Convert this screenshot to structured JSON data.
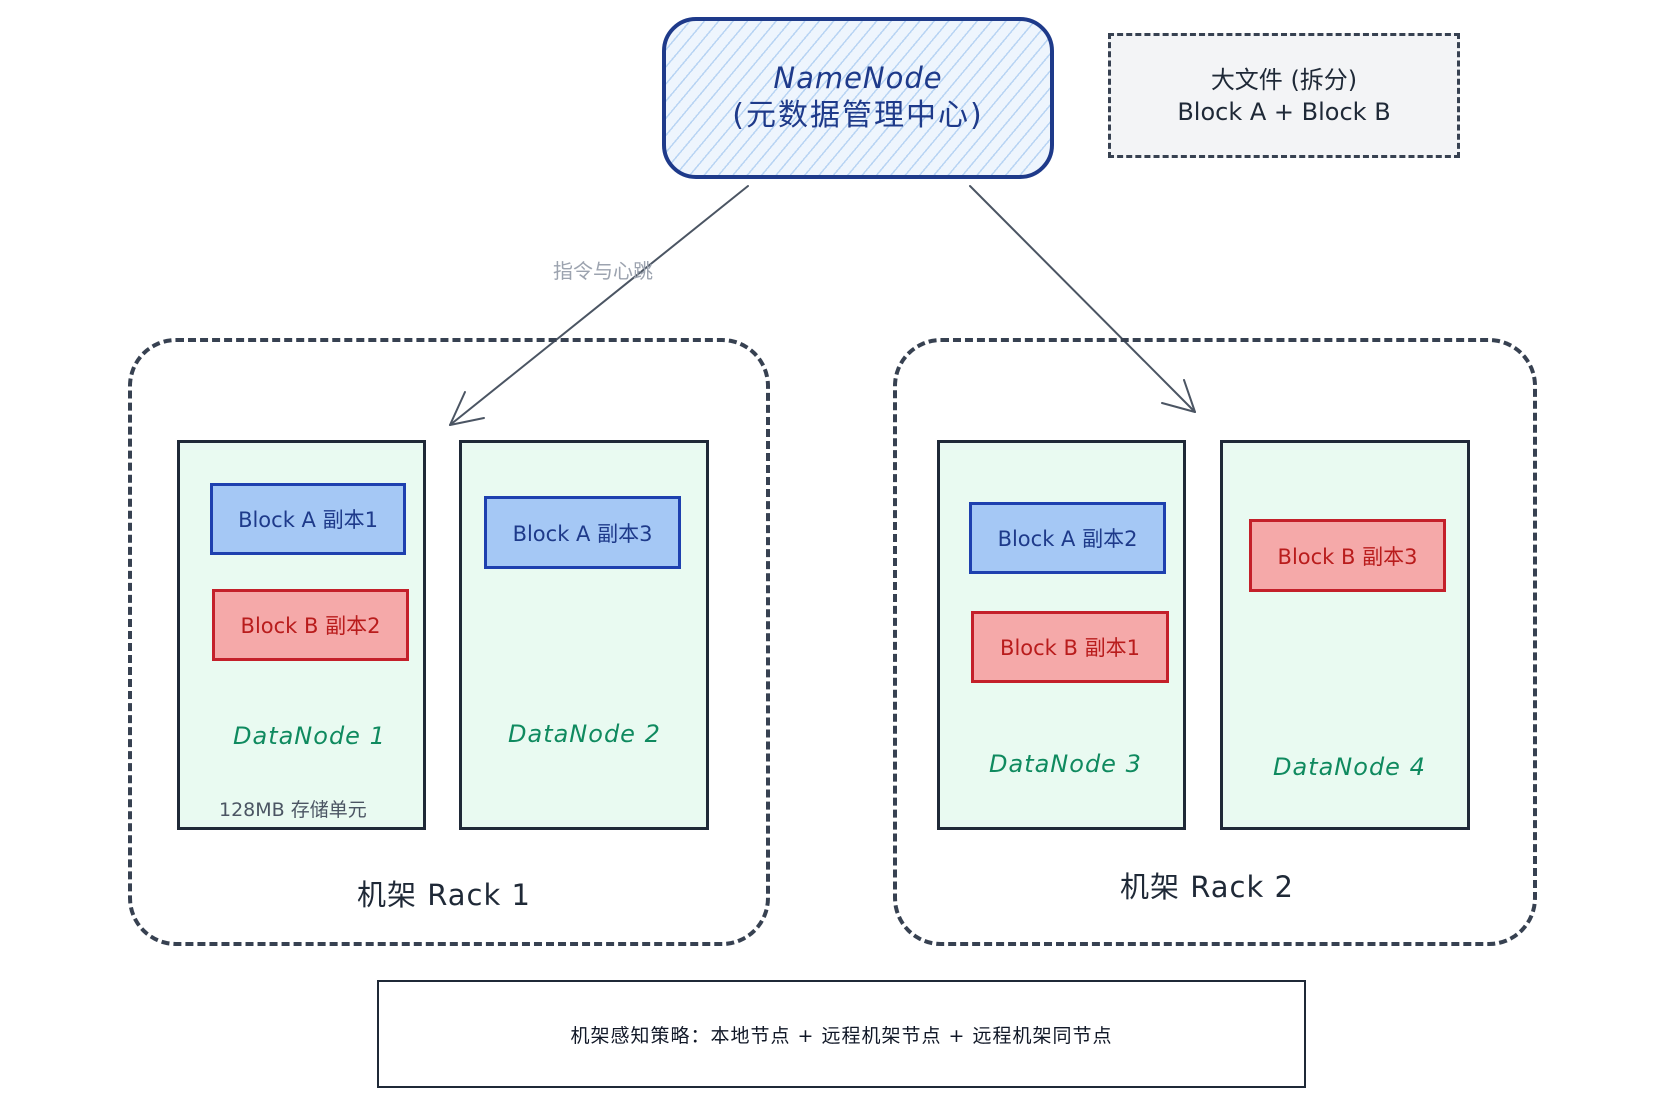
{
  "namenode": {
    "title": "NameNode",
    "subtitle": "(元数据管理中心)"
  },
  "file": {
    "line1": "大文件 (拆分)",
    "line2": "Block A + Block B"
  },
  "edge_label": "指令与心跳",
  "racks": [
    {
      "label": "机架 Rack 1",
      "datanodes": [
        {
          "label": "DataNode 1",
          "blocks": [
            "Block A 副本1",
            "Block B 副本2"
          ],
          "note": "128MB 存储单元"
        },
        {
          "label": "DataNode 2",
          "blocks": [
            "Block A 副本3"
          ]
        }
      ]
    },
    {
      "label": "机架 Rack 2",
      "datanodes": [
        {
          "label": "DataNode 3",
          "blocks": [
            "Block A 副本2",
            "Block B 副本1"
          ]
        },
        {
          "label": "DataNode 4",
          "blocks": [
            "Block B 副本3"
          ]
        }
      ]
    }
  ],
  "policy": "机架感知策略：本地节点 + 远程机架节点 + 远程机架同节点",
  "colors": {
    "block_a_fill": "#a5c8f5",
    "block_a_stroke": "#1e40af",
    "block_b_fill": "#f5a9a9",
    "block_b_stroke": "#c4202a",
    "datanode_fill": "#e9faf1",
    "datanode_text": "#0f8a5f",
    "namenode_stroke": "#1e3a8a",
    "arrow": "#4b5563"
  }
}
